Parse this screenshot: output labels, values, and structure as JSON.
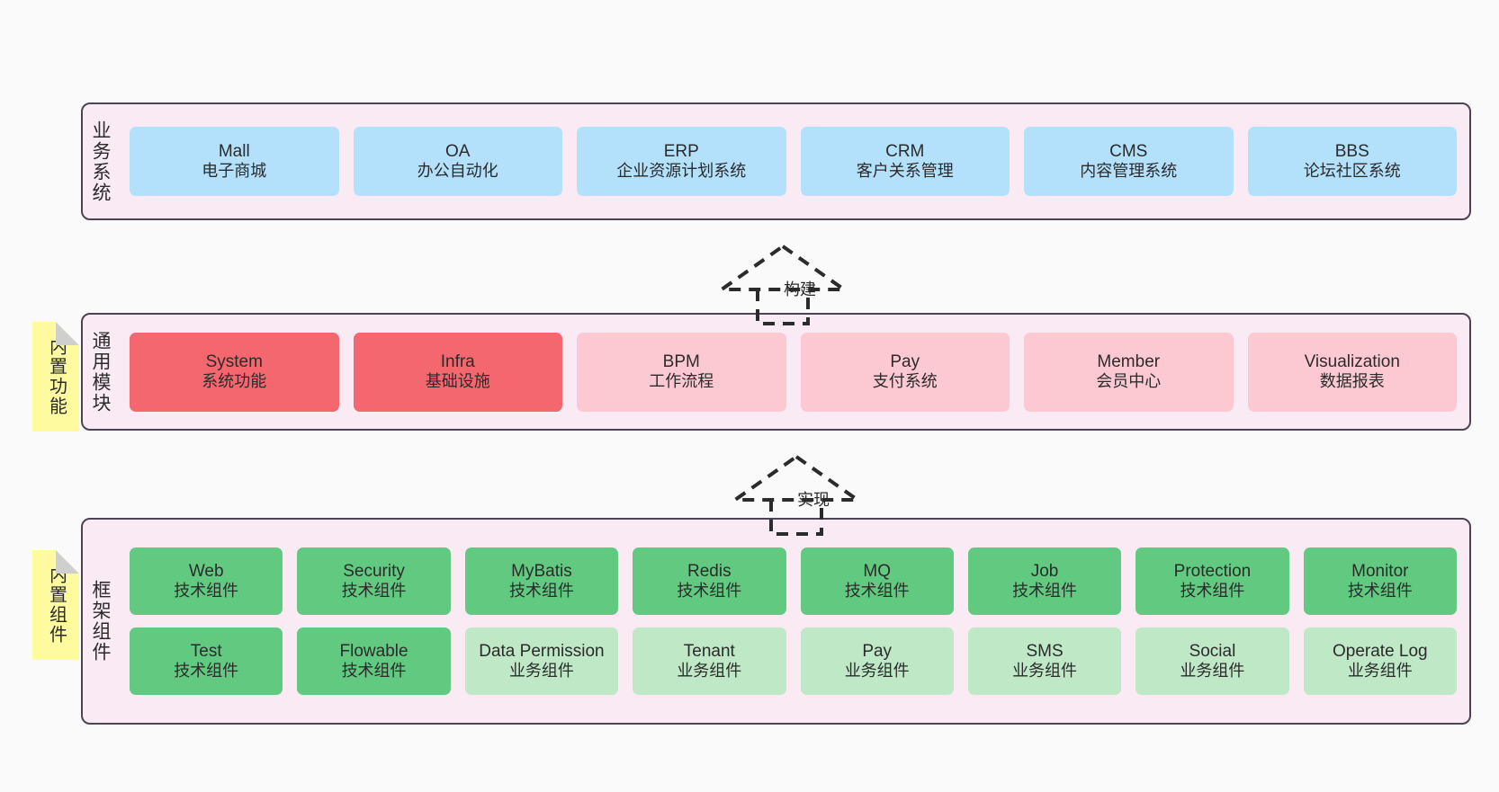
{
  "diagram": {
    "background_color": "#fafafa",
    "layer_fill": "#faeaf4",
    "layer_border": "#4b4453",
    "colors": {
      "business_system": "#b3e0fb",
      "core_module_highlight": "#f4676e",
      "core_module": "#fcc9d3",
      "tech_component": "#62c981",
      "business_component": "#bfe8c6",
      "sticky_note": "#fdfaa0",
      "sticky_fold": "#cfcfcf"
    }
  },
  "layers": {
    "business": {
      "title": "业务系统",
      "items": [
        {
          "name": "Mall",
          "desc": "电子商城"
        },
        {
          "name": "OA",
          "desc": "办公自动化"
        },
        {
          "name": "ERP",
          "desc": "企业资源计划系统"
        },
        {
          "name": "CRM",
          "desc": "客户关系管理"
        },
        {
          "name": "CMS",
          "desc": "内容管理系统"
        },
        {
          "name": "BBS",
          "desc": "论坛社区系统"
        }
      ]
    },
    "common": {
      "title": "通用模块",
      "note": "内置功能",
      "items": [
        {
          "name": "System",
          "desc": "系统功能",
          "style": "red"
        },
        {
          "name": "Infra",
          "desc": "基础设施",
          "style": "red"
        },
        {
          "name": "BPM",
          "desc": "工作流程",
          "style": "pink"
        },
        {
          "name": "Pay",
          "desc": "支付系统",
          "style": "pink"
        },
        {
          "name": "Member",
          "desc": "会员中心",
          "style": "pink"
        },
        {
          "name": "Visualization",
          "desc": "数据报表",
          "style": "pink"
        }
      ]
    },
    "framework": {
      "title": "框架组件",
      "note": "内置组件",
      "row1": [
        {
          "name": "Web",
          "desc": "技术组件",
          "style": "green"
        },
        {
          "name": "Security",
          "desc": "技术组件",
          "style": "green"
        },
        {
          "name": "MyBatis",
          "desc": "技术组件",
          "style": "green"
        },
        {
          "name": "Redis",
          "desc": "技术组件",
          "style": "green"
        },
        {
          "name": "MQ",
          "desc": "技术组件",
          "style": "green"
        },
        {
          "name": "Job",
          "desc": "技术组件",
          "style": "green"
        },
        {
          "name": "Protection",
          "desc": "技术组件",
          "style": "green"
        },
        {
          "name": "Monitor",
          "desc": "技术组件",
          "style": "green"
        }
      ],
      "row2": [
        {
          "name": "Test",
          "desc": "技术组件",
          "style": "green"
        },
        {
          "name": "Flowable",
          "desc": "技术组件",
          "style": "green"
        },
        {
          "name": "Data Permission",
          "desc": "业务组件",
          "style": "lightgreen"
        },
        {
          "name": "Tenant",
          "desc": "业务组件",
          "style": "lightgreen"
        },
        {
          "name": "Pay",
          "desc": "业务组件",
          "style": "lightgreen"
        },
        {
          "name": "SMS",
          "desc": "业务组件",
          "style": "lightgreen"
        },
        {
          "name": "Social",
          "desc": "业务组件",
          "style": "lightgreen"
        },
        {
          "name": "Operate Log",
          "desc": "业务组件",
          "style": "lightgreen"
        }
      ]
    }
  },
  "arrows": [
    {
      "label": "构建"
    },
    {
      "label": "实现"
    }
  ]
}
